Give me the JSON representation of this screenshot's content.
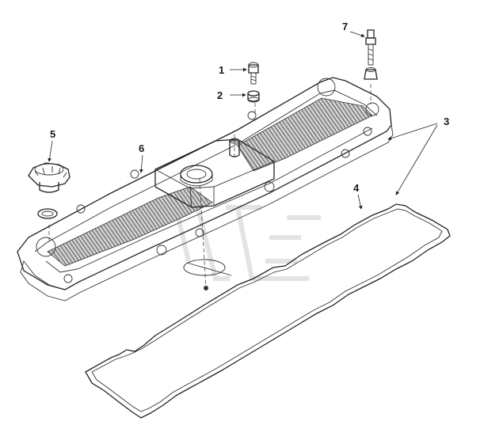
{
  "diagram": {
    "labels": {
      "p1": "1",
      "p2": "2",
      "p3": "3",
      "p4": "4",
      "p5": "5",
      "p6": "6",
      "p7": "7"
    },
    "colors": {
      "line": "#222222",
      "fill_light": "#f2f2f2",
      "fill_mid": "#d8d8d8",
      "hatch": "#4a4a4a",
      "watermark": "#e6e6e6"
    }
  }
}
